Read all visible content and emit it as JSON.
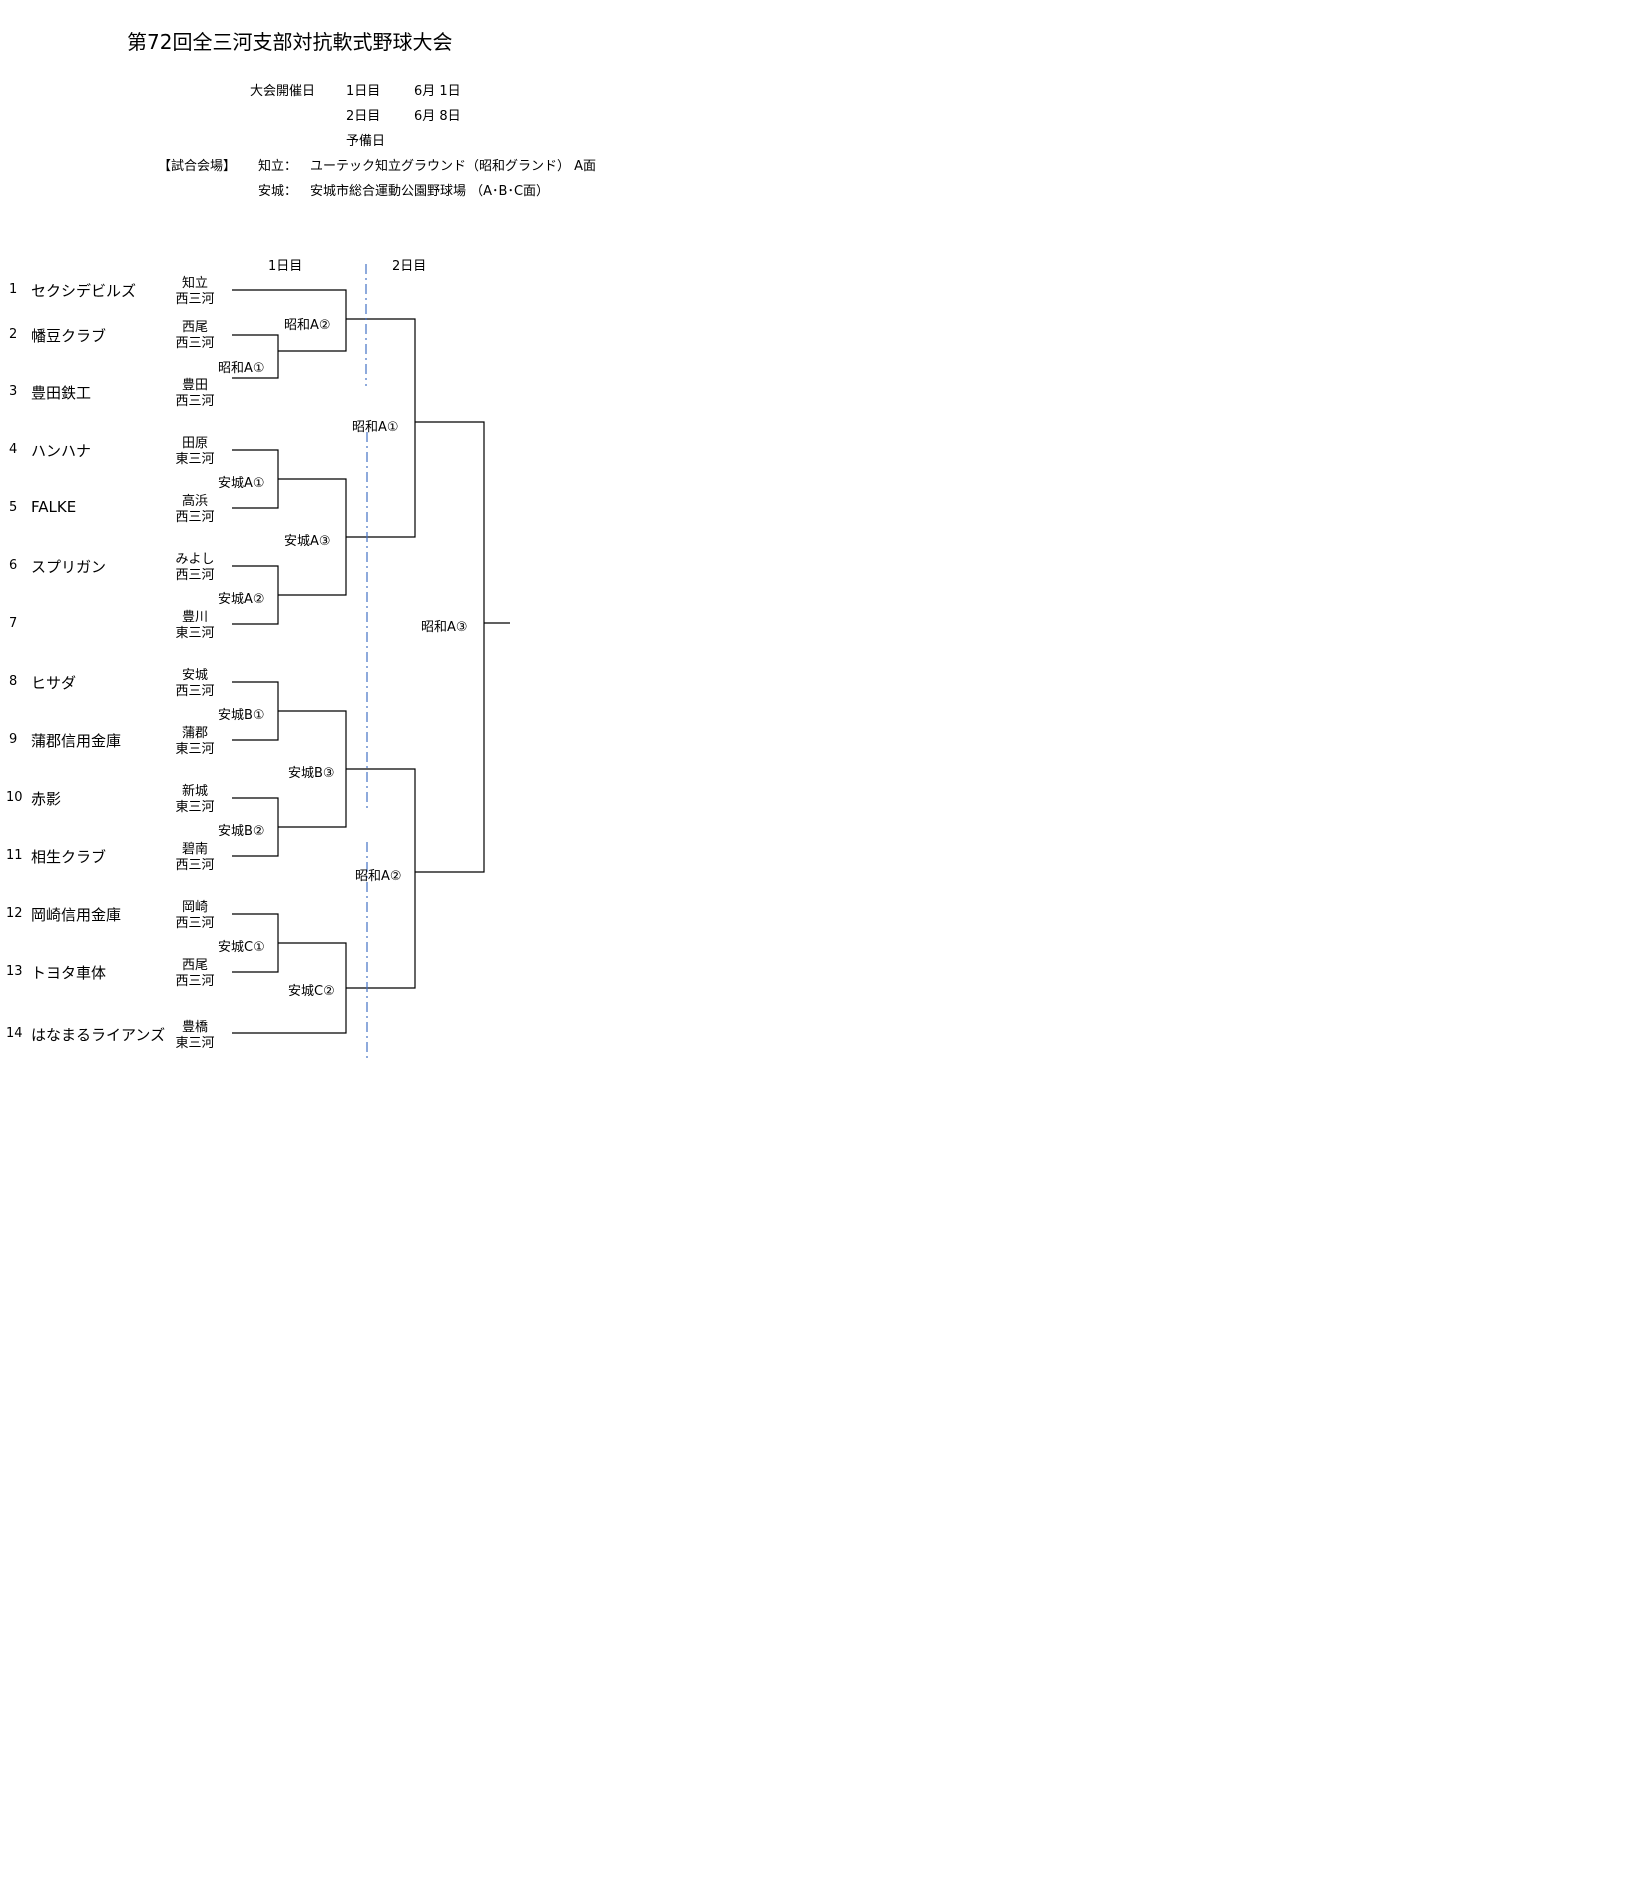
{
  "title": "第72回全三河支部対抗軟式野球大会",
  "schedule": {
    "label": "大会開催日",
    "day1": "1日目",
    "day1_date": "6月  1日",
    "day2": "2日目",
    "day2_date": "6月  8日",
    "reserve": "予備日"
  },
  "venues": {
    "label": "【試合会場】",
    "v1_city": "知立：",
    "v1_name": "ユーテック知立グラウンド（昭和グランド）  A面",
    "v2_city": "安城：",
    "v2_name": "安城市総合運動公園野球場  （A･B･C面）"
  },
  "round_headers": [
    "1日目",
    "2日目"
  ],
  "teams": [
    {
      "num": "1",
      "name": "セクシデビルズ",
      "region1": "知立",
      "region2": "西三河"
    },
    {
      "num": "2",
      "name": "幡豆クラブ",
      "region1": "西尾",
      "region2": "西三河"
    },
    {
      "num": "3",
      "name": "豊田鉄工",
      "region1": "豊田",
      "region2": "西三河"
    },
    {
      "num": "4",
      "name": "ハンハナ",
      "region1": "田原",
      "region2": "東三河"
    },
    {
      "num": "5",
      "name": "FALKE",
      "region1": "高浜",
      "region2": "西三河"
    },
    {
      "num": "6",
      "name": "スプリガン",
      "region1": "みよし",
      "region2": "西三河"
    },
    {
      "num": "7",
      "name": "",
      "region1": "豊川",
      "region2": "東三河"
    },
    {
      "num": "8",
      "name": "ヒサダ",
      "region1": "安城",
      "region2": "西三河"
    },
    {
      "num": "9",
      "name": "蒲郡信用金庫",
      "region1": "蒲郡",
      "region2": "東三河"
    },
    {
      "num": "10",
      "name": "赤影",
      "region1": "新城",
      "region2": "東三河"
    },
    {
      "num": "11",
      "name": "相生クラブ",
      "region1": "碧南",
      "region2": "西三河"
    },
    {
      "num": "12",
      "name": "岡崎信用金庫",
      "region1": "岡崎",
      "region2": "西三河"
    },
    {
      "num": "13",
      "name": "トヨタ車体",
      "region1": "西尾",
      "region2": "西三河"
    },
    {
      "num": "14",
      "name": "はなまるライアンズ",
      "region1": "豊橋",
      "region2": "東三河"
    }
  ],
  "matches": {
    "r1_showa_a1": "昭和A①",
    "r1_anjo_a1": "安城A①",
    "r1_anjo_a2": "安城A②",
    "r1_anjo_b1": "安城B①",
    "r1_anjo_b2": "安城B②",
    "r1_anjo_c1": "安城C①",
    "r2_showa_a2": "昭和A②",
    "r2_anjo_a3": "安城A③",
    "r2_anjo_b3": "安城B③",
    "r2_anjo_c2": "安城C②",
    "sf_showa_a1": "昭和A①",
    "sf_showa_a2": "昭和A②",
    "final_showa_a3": "昭和A③"
  },
  "colors": {
    "line": "#000000",
    "divider": "#4472c4"
  }
}
